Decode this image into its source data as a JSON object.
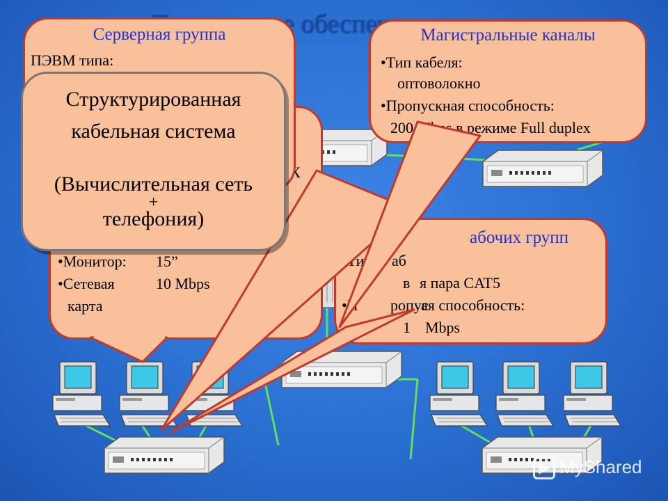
{
  "slide": {
    "title": "Техническое обеспечение"
  },
  "server_group": {
    "title": "Серверная группа",
    "line1": "ПЭВМ типа:"
  },
  "scs": {
    "line1": "Структурированная",
    "line2": "кабельная система",
    "line3": "(Вычислительная сеть",
    "line4": "+",
    "line5": "телефония)"
  },
  "workstation": {
    "partial": "IX",
    "monitor_label": "•Монитор:",
    "monitor_value": "15”",
    "nic_label": "•Сетевая",
    "nic_value": "10 Mbps",
    "nic_label2": "карта"
  },
  "backbone": {
    "title": "Магистральные каналы",
    "line1": "•Тип кабеля:",
    "line2": "оптоволокно",
    "line3": "•Пропускная способность:",
    "line4": "200 Mbps в режиме Full duplex"
  },
  "workgroup_channels": {
    "title_left": "К",
    "title_right": "абочих групп",
    "line1": "•Ти",
    "line1b": "аб",
    "line2": "в",
    "line2b": "я пара CAT5",
    "line3": "•П",
    "line3b": "ропус",
    "line3c": "ая способность:",
    "line4": "1",
    "line4b": "Mbps"
  },
  "watermark": {
    "text": "MyShared"
  },
  "colors": {
    "background": "#2a6fd0",
    "callout_fill": "#f9c09c",
    "callout_border": "#c0392b",
    "heading": "#2233cc",
    "network_line": "#5fe05f"
  }
}
